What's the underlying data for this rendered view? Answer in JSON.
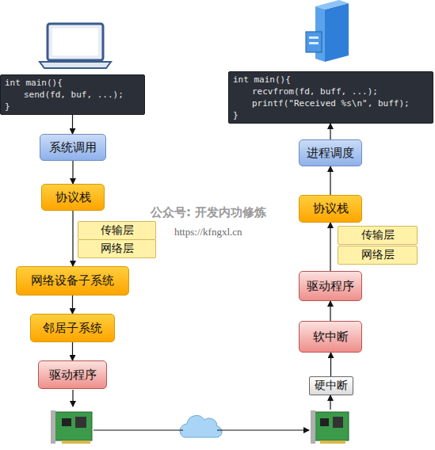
{
  "diagram": {
    "nodes": [
      {
        "text": [
          "int main(){",
          "send(fd, buf, ...);",
          "}"
        ]
      },
      {
        "text": [
          "系统调用"
        ]
      },
      {
        "text": [
          "协议栈"
        ]
      },
      {
        "text": [
          "传输层"
        ]
      },
      {
        "text": [
          "网络层"
        ]
      },
      {
        "text": [
          "网络设备子系统"
        ]
      },
      {
        "text": [
          "邻居子系统"
        ]
      },
      {
        "text": [
          "驱动程序"
        ]
      },
      {
        "text": [
          "int main(){",
          "recvfrom(fd, buff, ...);",
          "printf(\"Received %s\\n\", buff);",
          "}"
        ]
      },
      {
        "text": [
          "进程调度"
        ]
      },
      {
        "text": [
          "协议栈"
        ]
      },
      {
        "text": [
          "传输层"
        ]
      },
      {
        "text": [
          "网络层"
        ]
      },
      {
        "text": [
          "驱动程序"
        ]
      },
      {
        "text": [
          "软中断"
        ]
      },
      {
        "text": [
          "硬中断"
        ]
      }
    ],
    "edges": [
      {
        "from": 0,
        "to": 1,
        "arrow": "to"
      },
      {
        "from": 1,
        "to": 2,
        "arrow": "to"
      },
      {
        "from": 2,
        "to": 5,
        "arrow": "to"
      },
      {
        "from": 5,
        "to": 6,
        "arrow": "to"
      },
      {
        "from": 6,
        "to": 7,
        "arrow": "to"
      },
      {
        "from": 15,
        "to": 14,
        "arrow": "to"
      },
      {
        "from": 14,
        "to": 13,
        "arrow": "to"
      },
      {
        "from": 13,
        "to": 10,
        "arrow": "to"
      },
      {
        "from": 10,
        "to": 9,
        "arrow": "to"
      },
      {
        "from": 9,
        "to": 8,
        "arrow": "to"
      }
    ],
    "labels": [
      "公众号: 开发内功修炼",
      "https://kfngxl.cn"
    ]
  }
}
